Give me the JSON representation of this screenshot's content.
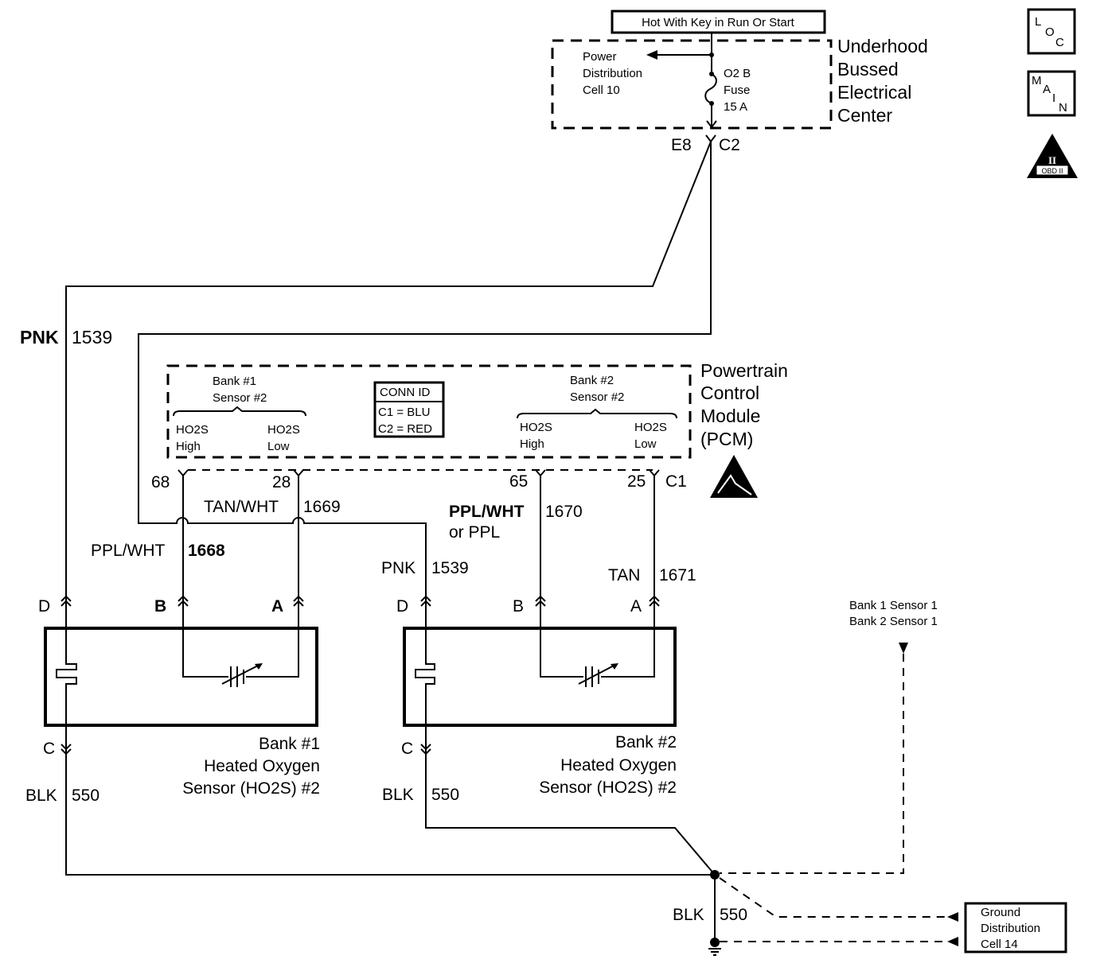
{
  "header": {
    "hot_label": "Hot With Key in Run Or Start"
  },
  "icons": {
    "loc": {
      "letters": [
        "L",
        "O",
        "C"
      ]
    },
    "main": {
      "letters": [
        "M",
        "A",
        "I",
        "N"
      ]
    },
    "obd": {
      "numeral": "II",
      "label": "OBD II"
    }
  },
  "fuse_block": {
    "title_lines": [
      "Underhood",
      "Bussed",
      "Electrical",
      "Center"
    ],
    "power_dist_lines": [
      "Power",
      "Distribution",
      "Cell 10"
    ],
    "fuse_lines": [
      "O2 B",
      "Fuse",
      "15 A"
    ],
    "connector_left": "E8",
    "connector_right": "C2"
  },
  "pcm": {
    "title_lines": [
      "Powertrain",
      "Control",
      "Module",
      "(PCM)"
    ],
    "bank1_lines": [
      "Bank #1",
      "Sensor #2"
    ],
    "bank1_high_lines": [
      "HO2S",
      "High"
    ],
    "bank1_low_lines": [
      "HO2S",
      "Low"
    ],
    "bank2_lines": [
      "Bank #2",
      "Sensor #2"
    ],
    "bank2_high_lines": [
      "HO2S",
      "High"
    ],
    "bank2_low_lines": [
      "HO2S",
      "Low"
    ],
    "conn_id": {
      "title": "CONN ID",
      "rows": [
        "C1 = BLU",
        "C2 = RED"
      ]
    },
    "pins": {
      "p68": "68",
      "p28": "28",
      "p65": "65",
      "p25": "25",
      "conn": "C1"
    }
  },
  "wires": {
    "w1539_left": {
      "color": "PNK",
      "circuit": "1539"
    },
    "w1669": {
      "color": "TAN/WHT",
      "circuit": "1669"
    },
    "w1668": {
      "color": "PPL/WHT",
      "circuit": "1668"
    },
    "w1539_right": {
      "color": "PNK",
      "circuit": "1539"
    },
    "w1670": {
      "color_lines": [
        "PPL/WHT",
        "or PPL"
      ],
      "circuit": "1670"
    },
    "w1671": {
      "color": "TAN",
      "circuit": "1671"
    },
    "w550_left": {
      "color": "BLK",
      "circuit": "550"
    },
    "w550_right": {
      "color": "BLK",
      "circuit": "550"
    },
    "w550_ground": {
      "color": "BLK",
      "circuit": "550"
    }
  },
  "sensor1": {
    "pins": {
      "d": "D",
      "b": "B",
      "a": "A",
      "c": "C"
    },
    "title_lines": [
      "Bank #1",
      "Heated Oxygen",
      "Sensor (HO2S) #2"
    ]
  },
  "sensor2": {
    "pins": {
      "d": "D",
      "b": "B",
      "a": "A",
      "c": "C"
    },
    "title_lines": [
      "Bank #2",
      "Heated Oxygen",
      "Sensor (HO2S) #2"
    ]
  },
  "other_sensors": {
    "lines": [
      "Bank 1 Sensor 1",
      "Bank 2 Sensor 1"
    ]
  },
  "ground": {
    "lines": [
      "Ground",
      "Distribution",
      "Cell 14"
    ]
  }
}
